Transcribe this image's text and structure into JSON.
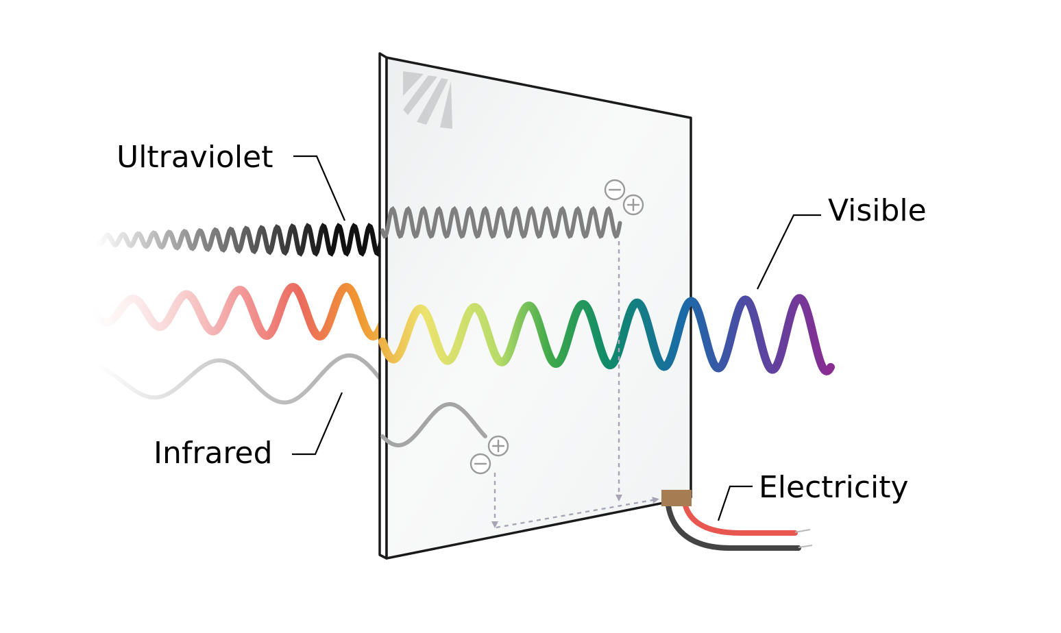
{
  "labels": {
    "ultraviolet": "Ultraviolet",
    "visible": "Visible",
    "infrared": "Infrared",
    "electricity": "Electricity"
  },
  "colors": {
    "ultraviolet_wave": "#111111",
    "infrared_wave": "#9e9e9e",
    "panel_edge": "#1a1a1a",
    "panel_glass": "#f1f3f4",
    "connector": "#a67c52",
    "wire_red": "#e8574f",
    "wire_black": "#444444",
    "arrow": "#a8a4b4",
    "visible_spectrum": [
      "#f7d0d0",
      "#f29a9a",
      "#ea6a5f",
      "#f0962f",
      "#ece36f",
      "#b8dc6a",
      "#3ea84a",
      "#0f8a6a",
      "#1a6aa8",
      "#4b4da4",
      "#7a3a9a",
      "#8a2c92"
    ]
  },
  "icons": [
    "negative-charge-icon",
    "positive-charge-icon"
  ]
}
